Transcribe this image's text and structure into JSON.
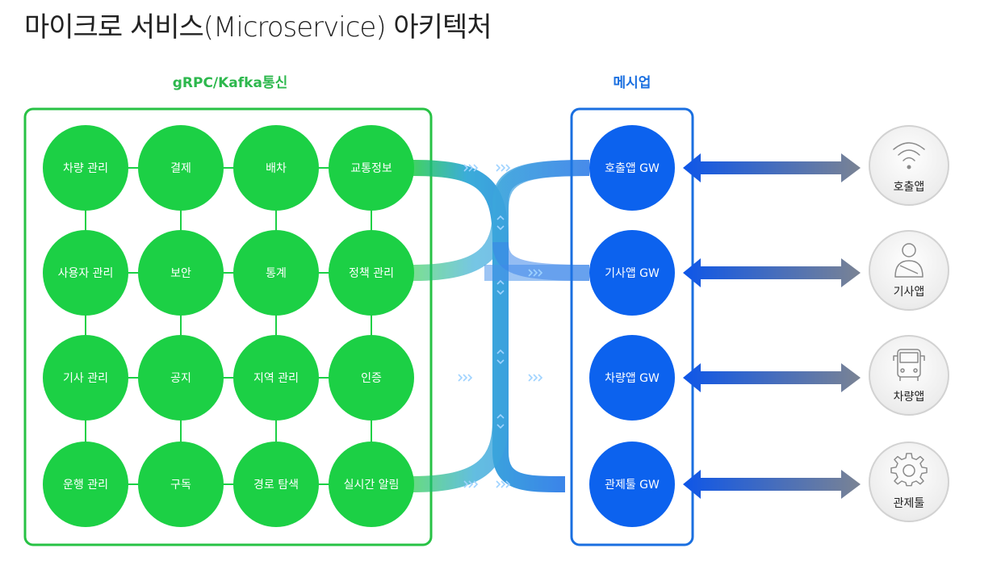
{
  "title": "마이크로 서비스(Microservice) 아키텍처",
  "group_green_label": "gRPC/Kafka통신",
  "group_blue_label": "메시업",
  "services": [
    [
      "차량 관리",
      "결제",
      "배차",
      "교통정보"
    ],
    [
      "사용자 관리",
      "보안",
      "통계",
      "정책 관리"
    ],
    [
      "기사 관리",
      "공지",
      "지역 관리",
      "인증"
    ],
    [
      "운행 관리",
      "구독",
      "경로 탐색",
      "실시간 알림"
    ]
  ],
  "gateways": [
    "호출앱 GW",
    "기사앱 GW",
    "차량앱 GW",
    "관제툴 GW"
  ],
  "clients": [
    {
      "label": "호출앱",
      "icon": "wifi-icon"
    },
    {
      "label": "기사앱",
      "icon": "driver-icon"
    },
    {
      "label": "차량앱",
      "icon": "vehicle-icon"
    },
    {
      "label": "관제툴",
      "icon": "gear-icon"
    }
  ],
  "colors": {
    "service": "#1cd045",
    "gateway": "#0c62ee",
    "green_border": "#27c244",
    "blue_border": "#1a6fe0"
  }
}
